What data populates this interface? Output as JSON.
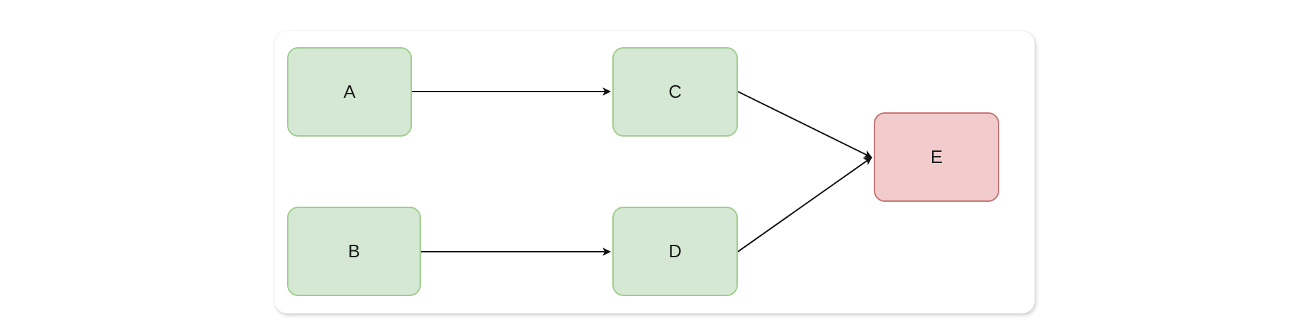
{
  "diagram": {
    "nodes": [
      {
        "id": "A",
        "label": "A",
        "fill": "#d5e8d4",
        "stroke": "#9fce8f"
      },
      {
        "id": "B",
        "label": "B",
        "fill": "#d5e8d4",
        "stroke": "#9fce8f"
      },
      {
        "id": "C",
        "label": "C",
        "fill": "#d5e8d4",
        "stroke": "#9fce8f"
      },
      {
        "id": "D",
        "label": "D",
        "fill": "#d5e8d4",
        "stroke": "#9fce8f"
      },
      {
        "id": "E",
        "label": "E",
        "fill": "#f2cccc",
        "stroke": "#c87474"
      }
    ],
    "edges": [
      {
        "from": "A",
        "to": "C"
      },
      {
        "from": "B",
        "to": "D"
      },
      {
        "from": "C",
        "to": "E"
      },
      {
        "from": "D",
        "to": "E"
      }
    ],
    "edge_color": "#111111"
  }
}
